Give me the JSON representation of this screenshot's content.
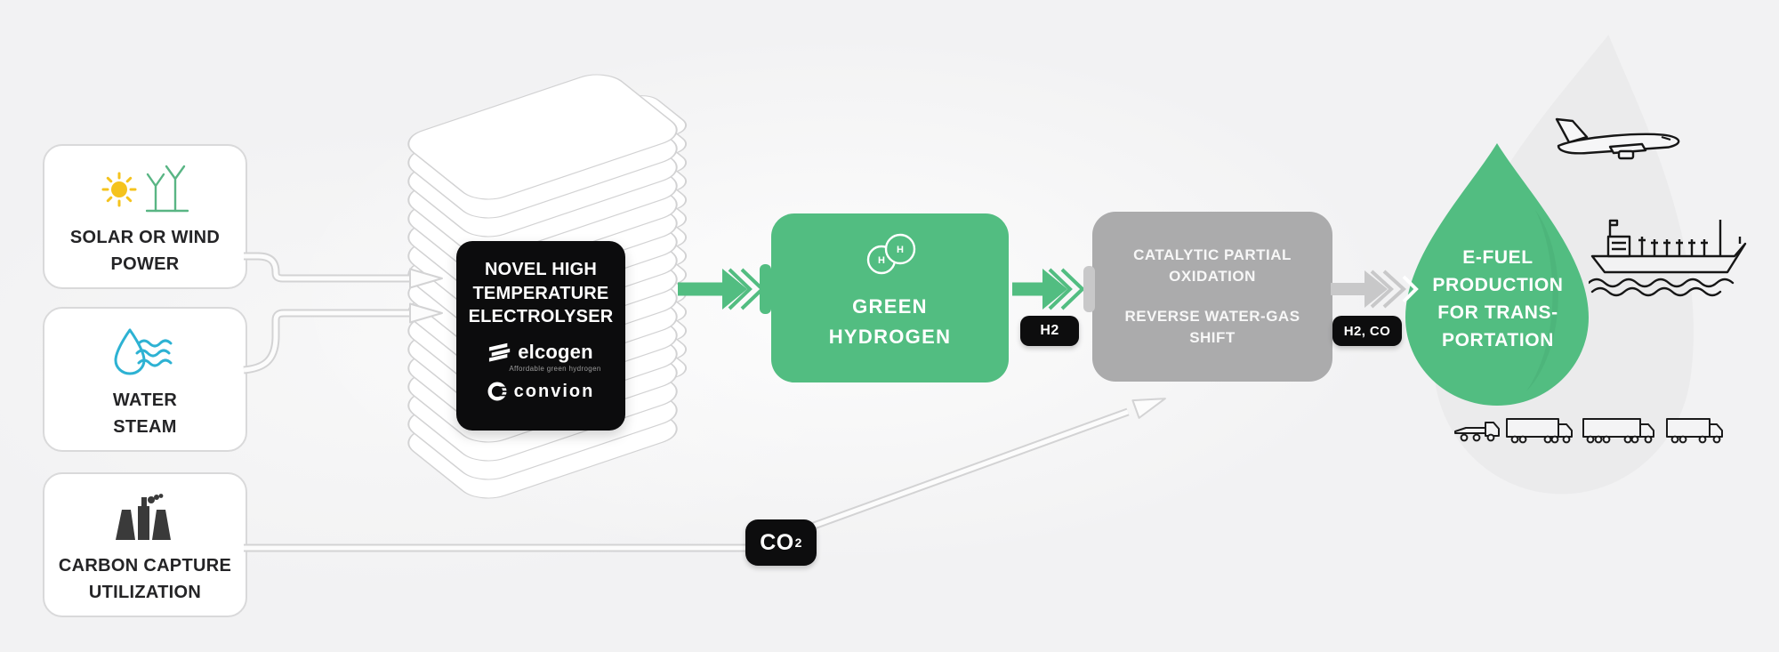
{
  "diagram": {
    "sources": {
      "solar_wind": {
        "label": "SOLAR OR WIND\nPOWER",
        "icons": [
          "sun-icon",
          "wind-turbines-icon"
        ]
      },
      "water_steam": {
        "label": "WATER\nSTEAM",
        "icons": [
          "water-steam-icon"
        ]
      },
      "carbon_capture": {
        "label": "CARBON CAPTURE\nUTILIZATION",
        "icons": [
          "factory-icon"
        ]
      }
    },
    "electrolyser": {
      "title": "NOVEL HIGH\nTEMPERATURE\nELECTROLYSER",
      "brands": {
        "elcogen": {
          "name": "elcogen",
          "tagline": "Affordable green hydrogen",
          "icon": "elcogen-layers-icon"
        },
        "convion": {
          "name": "convion",
          "icon": "convion-ring-icon"
        }
      }
    },
    "green_hydrogen": {
      "label": "GREEN\nHYDROGEN",
      "icon": "h2-molecule-icon"
    },
    "conversion": {
      "label_top": "CATALYTIC PARTIAL\nOXIDATION",
      "label_bottom": "REVERSE WATER-GAS\nSHIFT"
    },
    "efuel": {
      "label": "E-FUEL\nPRODUCTION\nFOR TRANS-\nPORTATION",
      "transport_icons": [
        "airplane-icon",
        "cargo-ship-icon",
        "sea-waves-icon",
        "truck-convoy-icons"
      ]
    },
    "flow_badges": {
      "h2": "H2",
      "h2_co": "H2, CO",
      "co2": {
        "base": "CO",
        "sub": "2"
      }
    }
  },
  "colors": {
    "background": "#f2f2f3",
    "accent_green": "#52bd81",
    "conversion_gray": "#ababac",
    "badge_black": "#0d0d0e",
    "box_border": "#d9d9da",
    "pipe_outline": "#d3d3d4",
    "sun_yellow": "#f5c31d",
    "turbine_green": "#59b584",
    "water_cyan": "#2db2d3",
    "factory_dark": "#3a3a3a",
    "transport_outline": "#161616"
  }
}
